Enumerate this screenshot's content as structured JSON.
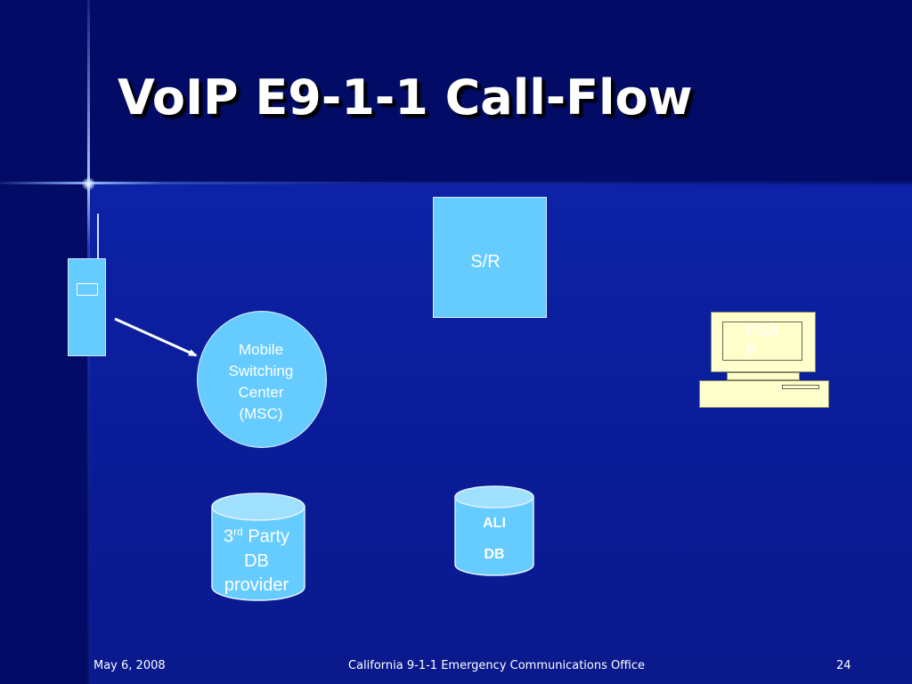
{
  "slide": {
    "title": "VoIP E9-1-1 Call-Flow"
  },
  "diagram": {
    "sr_box": {
      "label": "S/R"
    },
    "msc": {
      "lines": [
        "Mobile",
        "Switching",
        "Center",
        "(MSC)"
      ]
    },
    "psap": {
      "label_line1": "PSA",
      "label_line2": "P"
    },
    "third_party_db": {
      "line1_base": "3",
      "line1_sup": "rd",
      "line1_rest": " Party",
      "line2": "DB",
      "line3": "provider"
    },
    "ali_db": {
      "line1": "ALI",
      "line2": "DB"
    },
    "colors": {
      "node_fill": "#66ccff",
      "pc_fill": "#ffffcc",
      "background": "#0a1a8c"
    }
  },
  "footer": {
    "date": "May 6, 2008",
    "org": "California 9-1-1 Emergency Communications Office",
    "page": "24"
  }
}
